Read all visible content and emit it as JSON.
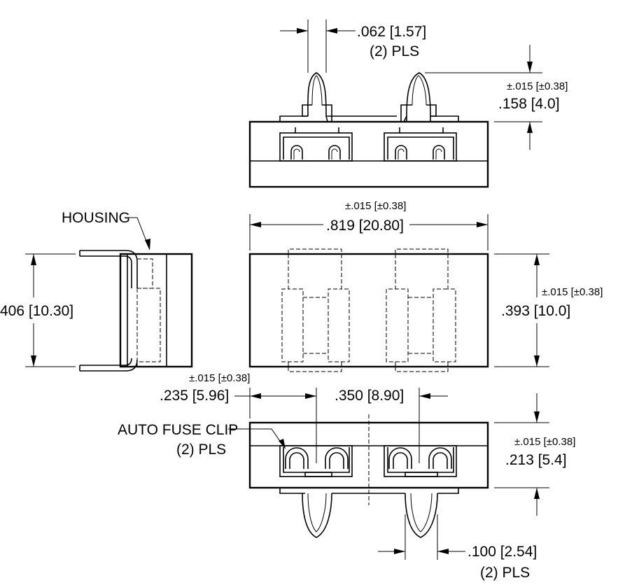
{
  "labels": {
    "housing": "HOUSING",
    "auto_fuse_clip": "AUTO FUSE CLIP",
    "auto_fuse_clip_qty": "(2) PLS"
  },
  "dimensions": {
    "pin_width": {
      "value": ".062 [1.57]",
      "qty": "(2) PLS"
    },
    "pin_height": {
      "tol": "±.015 [±0.38]",
      "value": ".158 [4.0]"
    },
    "overall_length": {
      "tol": "±.015 [±0.38]",
      "value": ".819 [20.80]"
    },
    "overall_width": {
      "tol": "±.015 [±0.38]",
      "value": ".393 [10.0]"
    },
    "side_height": {
      "value": "406 [10.30]"
    },
    "clip_offset": {
      "tol": "±.015 [±0.38]",
      "value": ".235 [5.96]"
    },
    "clip_spacing": {
      "value": ".350 [8.90]"
    },
    "housing_height": {
      "tol": "±.015 [±0.38]",
      "value": ".213 [5.4]"
    },
    "pin_spacing": {
      "value": ".100 [2.54]",
      "qty": "(2) PLS"
    }
  }
}
